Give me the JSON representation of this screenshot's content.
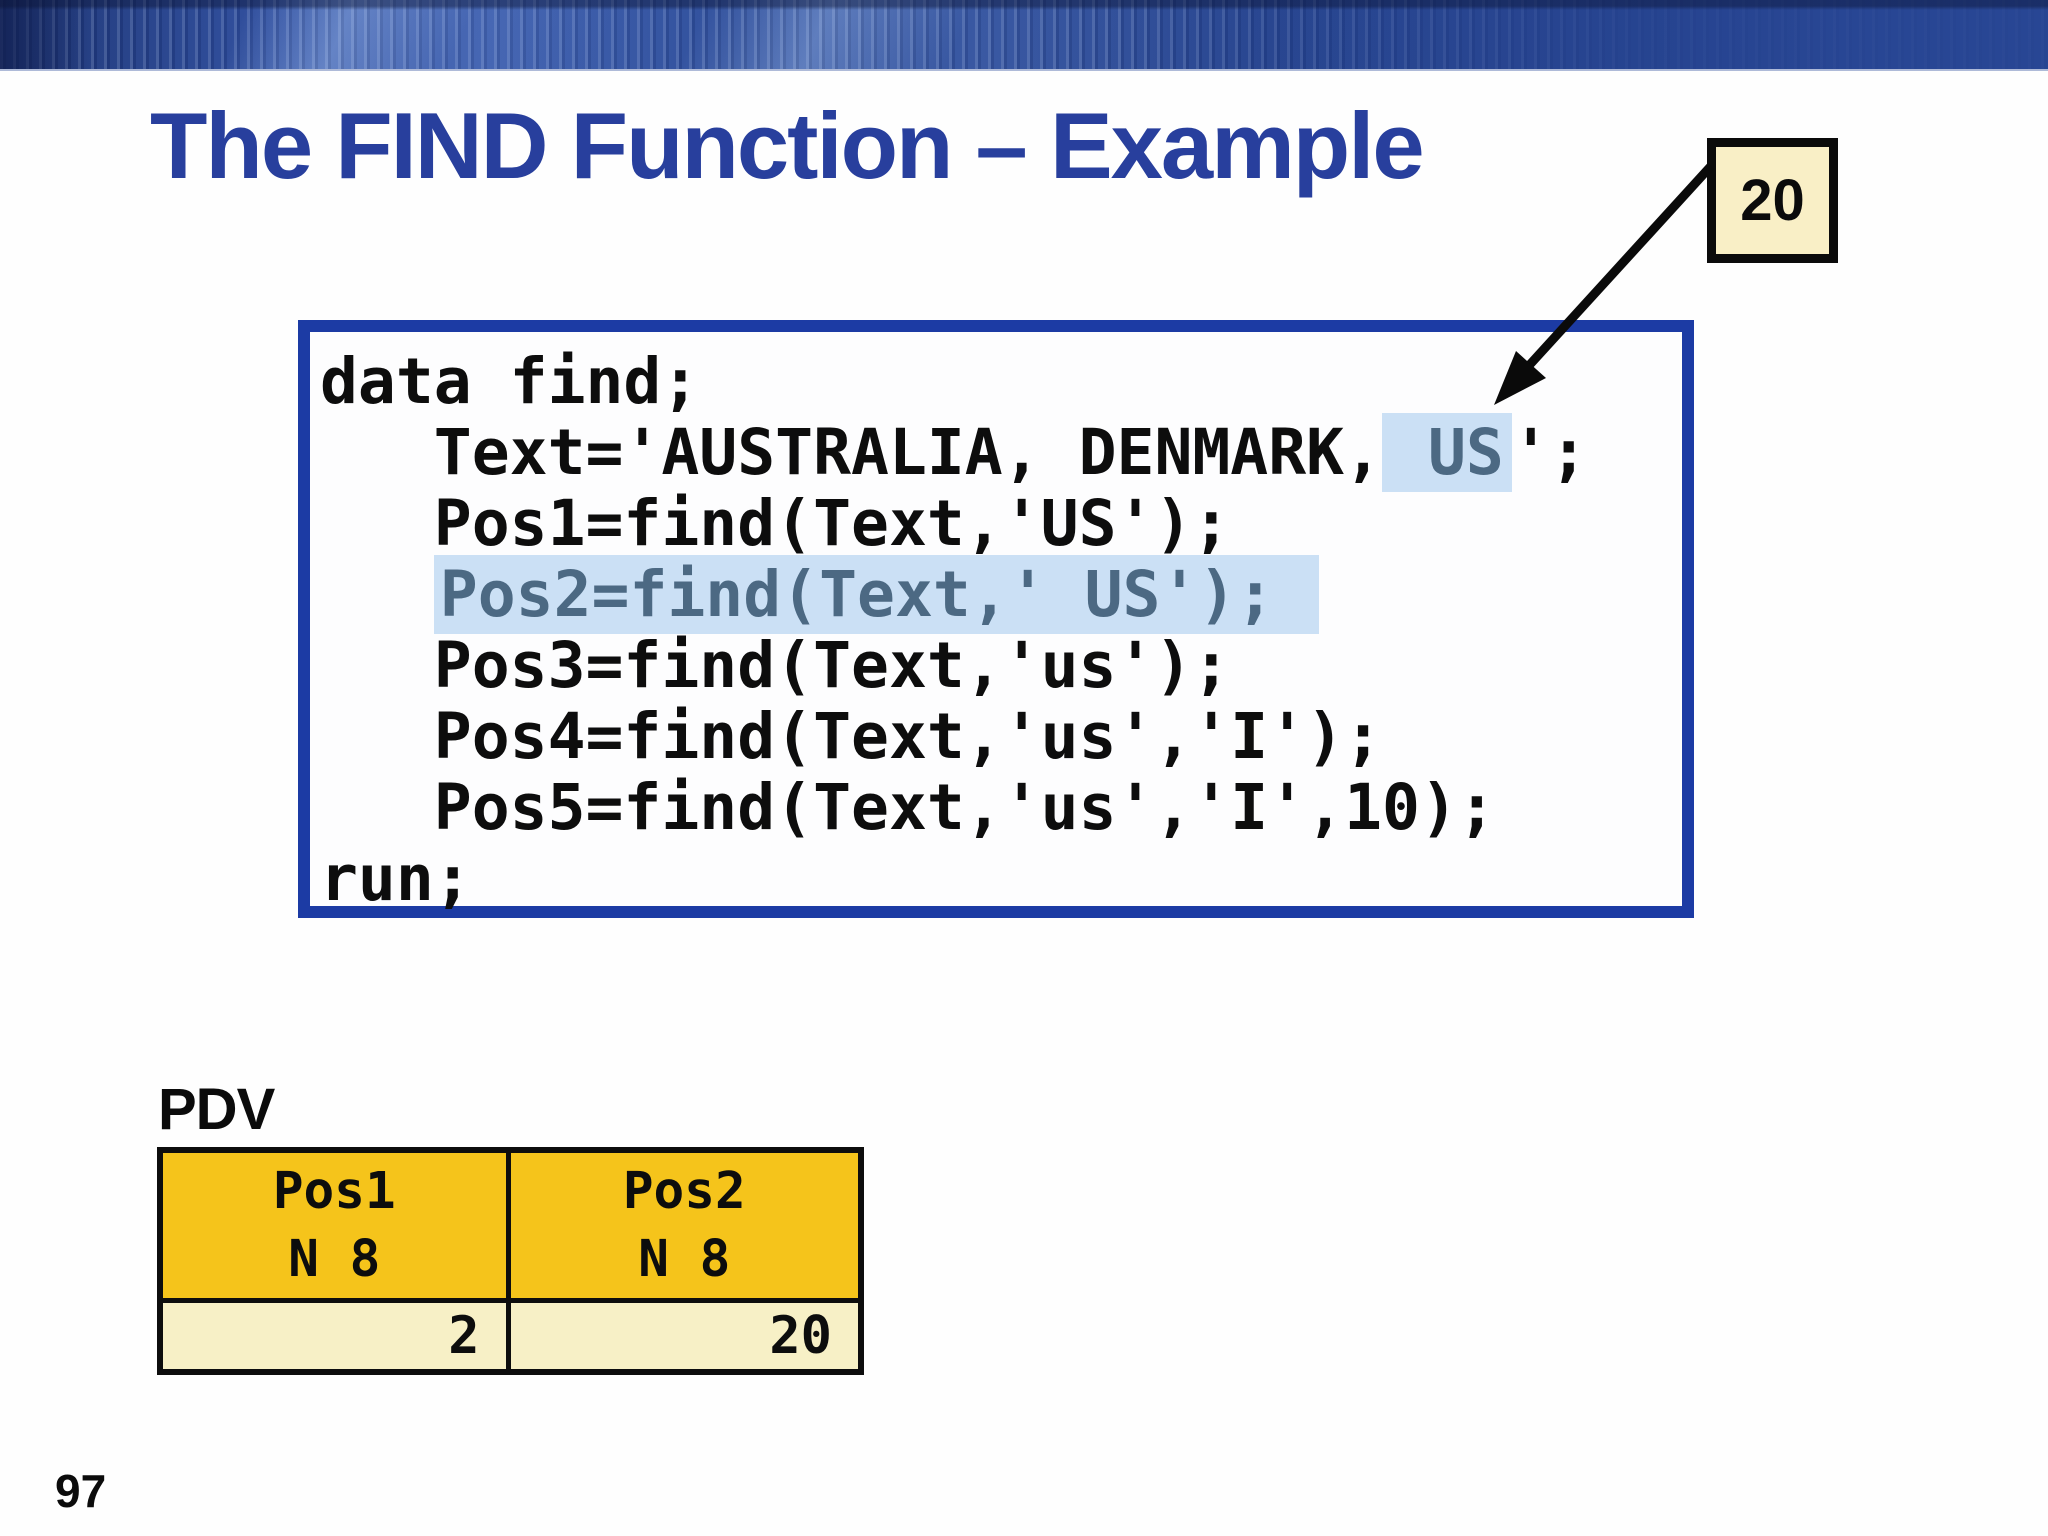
{
  "slide": {
    "title": "The FIND Function – Example",
    "page_number": "97"
  },
  "callout": {
    "value": "20",
    "points_to": "US highlight in Text string"
  },
  "colors": {
    "banner_blue": "#24418c",
    "title_blue": "#283f9d",
    "codebox_border_blue": "#1c3ba4",
    "highlight_background": "#cbe0f5",
    "highlight_text": "#4c6983",
    "callout_fill": "#f9efc6",
    "table_header_gold": "#f5c41b",
    "table_value_cream": "#f7f0c6"
  },
  "code": {
    "lines": [
      {
        "segments": {
          "s0": "data find;"
        }
      },
      {
        "segments": {
          "s0": "   Text='AUSTRALIA, DENMARK,",
          "s1": " US",
          "s2": "';"
        }
      },
      {
        "segments": {
          "s0": "   Pos1=find(Text,'US');"
        }
      },
      {
        "segments": {
          "s0": "   ",
          "s1": "Pos2=find(Text,' US');"
        }
      },
      {
        "segments": {
          "s0": "   Pos3=find(Text,'us');"
        }
      },
      {
        "segments": {
          "s0": "   Pos4=find(Text,'us','I');"
        }
      },
      {
        "segments": {
          "s0": "   Pos5=find(Text,'us','I',10);"
        }
      },
      {
        "segments": {
          "s0": "run;"
        }
      }
    ]
  },
  "pdv": {
    "label": "PDV",
    "columns": [
      {
        "name": "Pos1",
        "type": "N 8"
      },
      {
        "name": "Pos2",
        "type": "N 8"
      }
    ],
    "values": [
      "2",
      "20"
    ]
  }
}
